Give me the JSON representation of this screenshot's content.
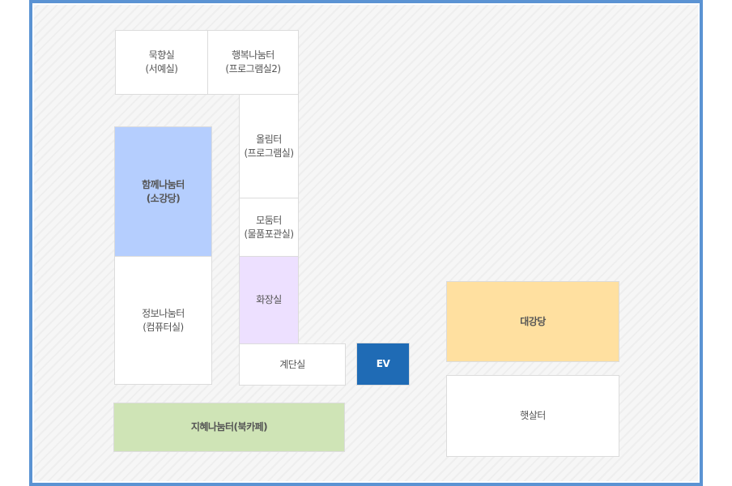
{
  "floorplan": {
    "frame_color": "#5b93d3",
    "rooms": [
      {
        "id": "mukhyang",
        "name": "묵향실",
        "sub": "(서예실)",
        "label": "묵향실\n(서예실)",
        "color": "#ffffff"
      },
      {
        "id": "haengbok",
        "name": "행복나눔터",
        "sub": "(프로그램실2)",
        "label": "행복나눔터\n(프로그램실2)",
        "color": "#ffffff"
      },
      {
        "id": "ollim",
        "name": "올림터",
        "sub": "(프로그램실)",
        "label": "올림터\n(프로그램실)",
        "color": "#ffffff"
      },
      {
        "id": "hamkke",
        "name": "함께나눔터",
        "sub": "(소강당)",
        "label": "함께나눔터\n(소강당)",
        "color": "#b5cefe"
      },
      {
        "id": "modum",
        "name": "모둠터",
        "sub": "(물품포관실)",
        "label": "모둠터\n(물품포관실)",
        "color": "#ffffff"
      },
      {
        "id": "restroom",
        "name": "화장실",
        "label": "화장실",
        "color": "#ede0ff"
      },
      {
        "id": "jeongbo",
        "name": "정보나눔터",
        "sub": "(컴퓨터실)",
        "label": "정보나눔터\n(컴퓨터실)",
        "color": "#ffffff"
      },
      {
        "id": "stairs",
        "name": "계단실",
        "label": "계단실",
        "color": "#ffffff"
      },
      {
        "id": "ev",
        "name": "EV",
        "label": "EV",
        "color": "#1f6bb5"
      },
      {
        "id": "jihye",
        "name": "지혜나눔터(북카페)",
        "label": "지혜나눔터(북카페)",
        "color": "#cfe4b6"
      },
      {
        "id": "auditorium",
        "name": "대강당",
        "label": "대강당",
        "color": "#ffe0a0"
      },
      {
        "id": "haetsal",
        "name": "햇살터",
        "label": "햇살터",
        "color": "#ffffff"
      }
    ]
  }
}
